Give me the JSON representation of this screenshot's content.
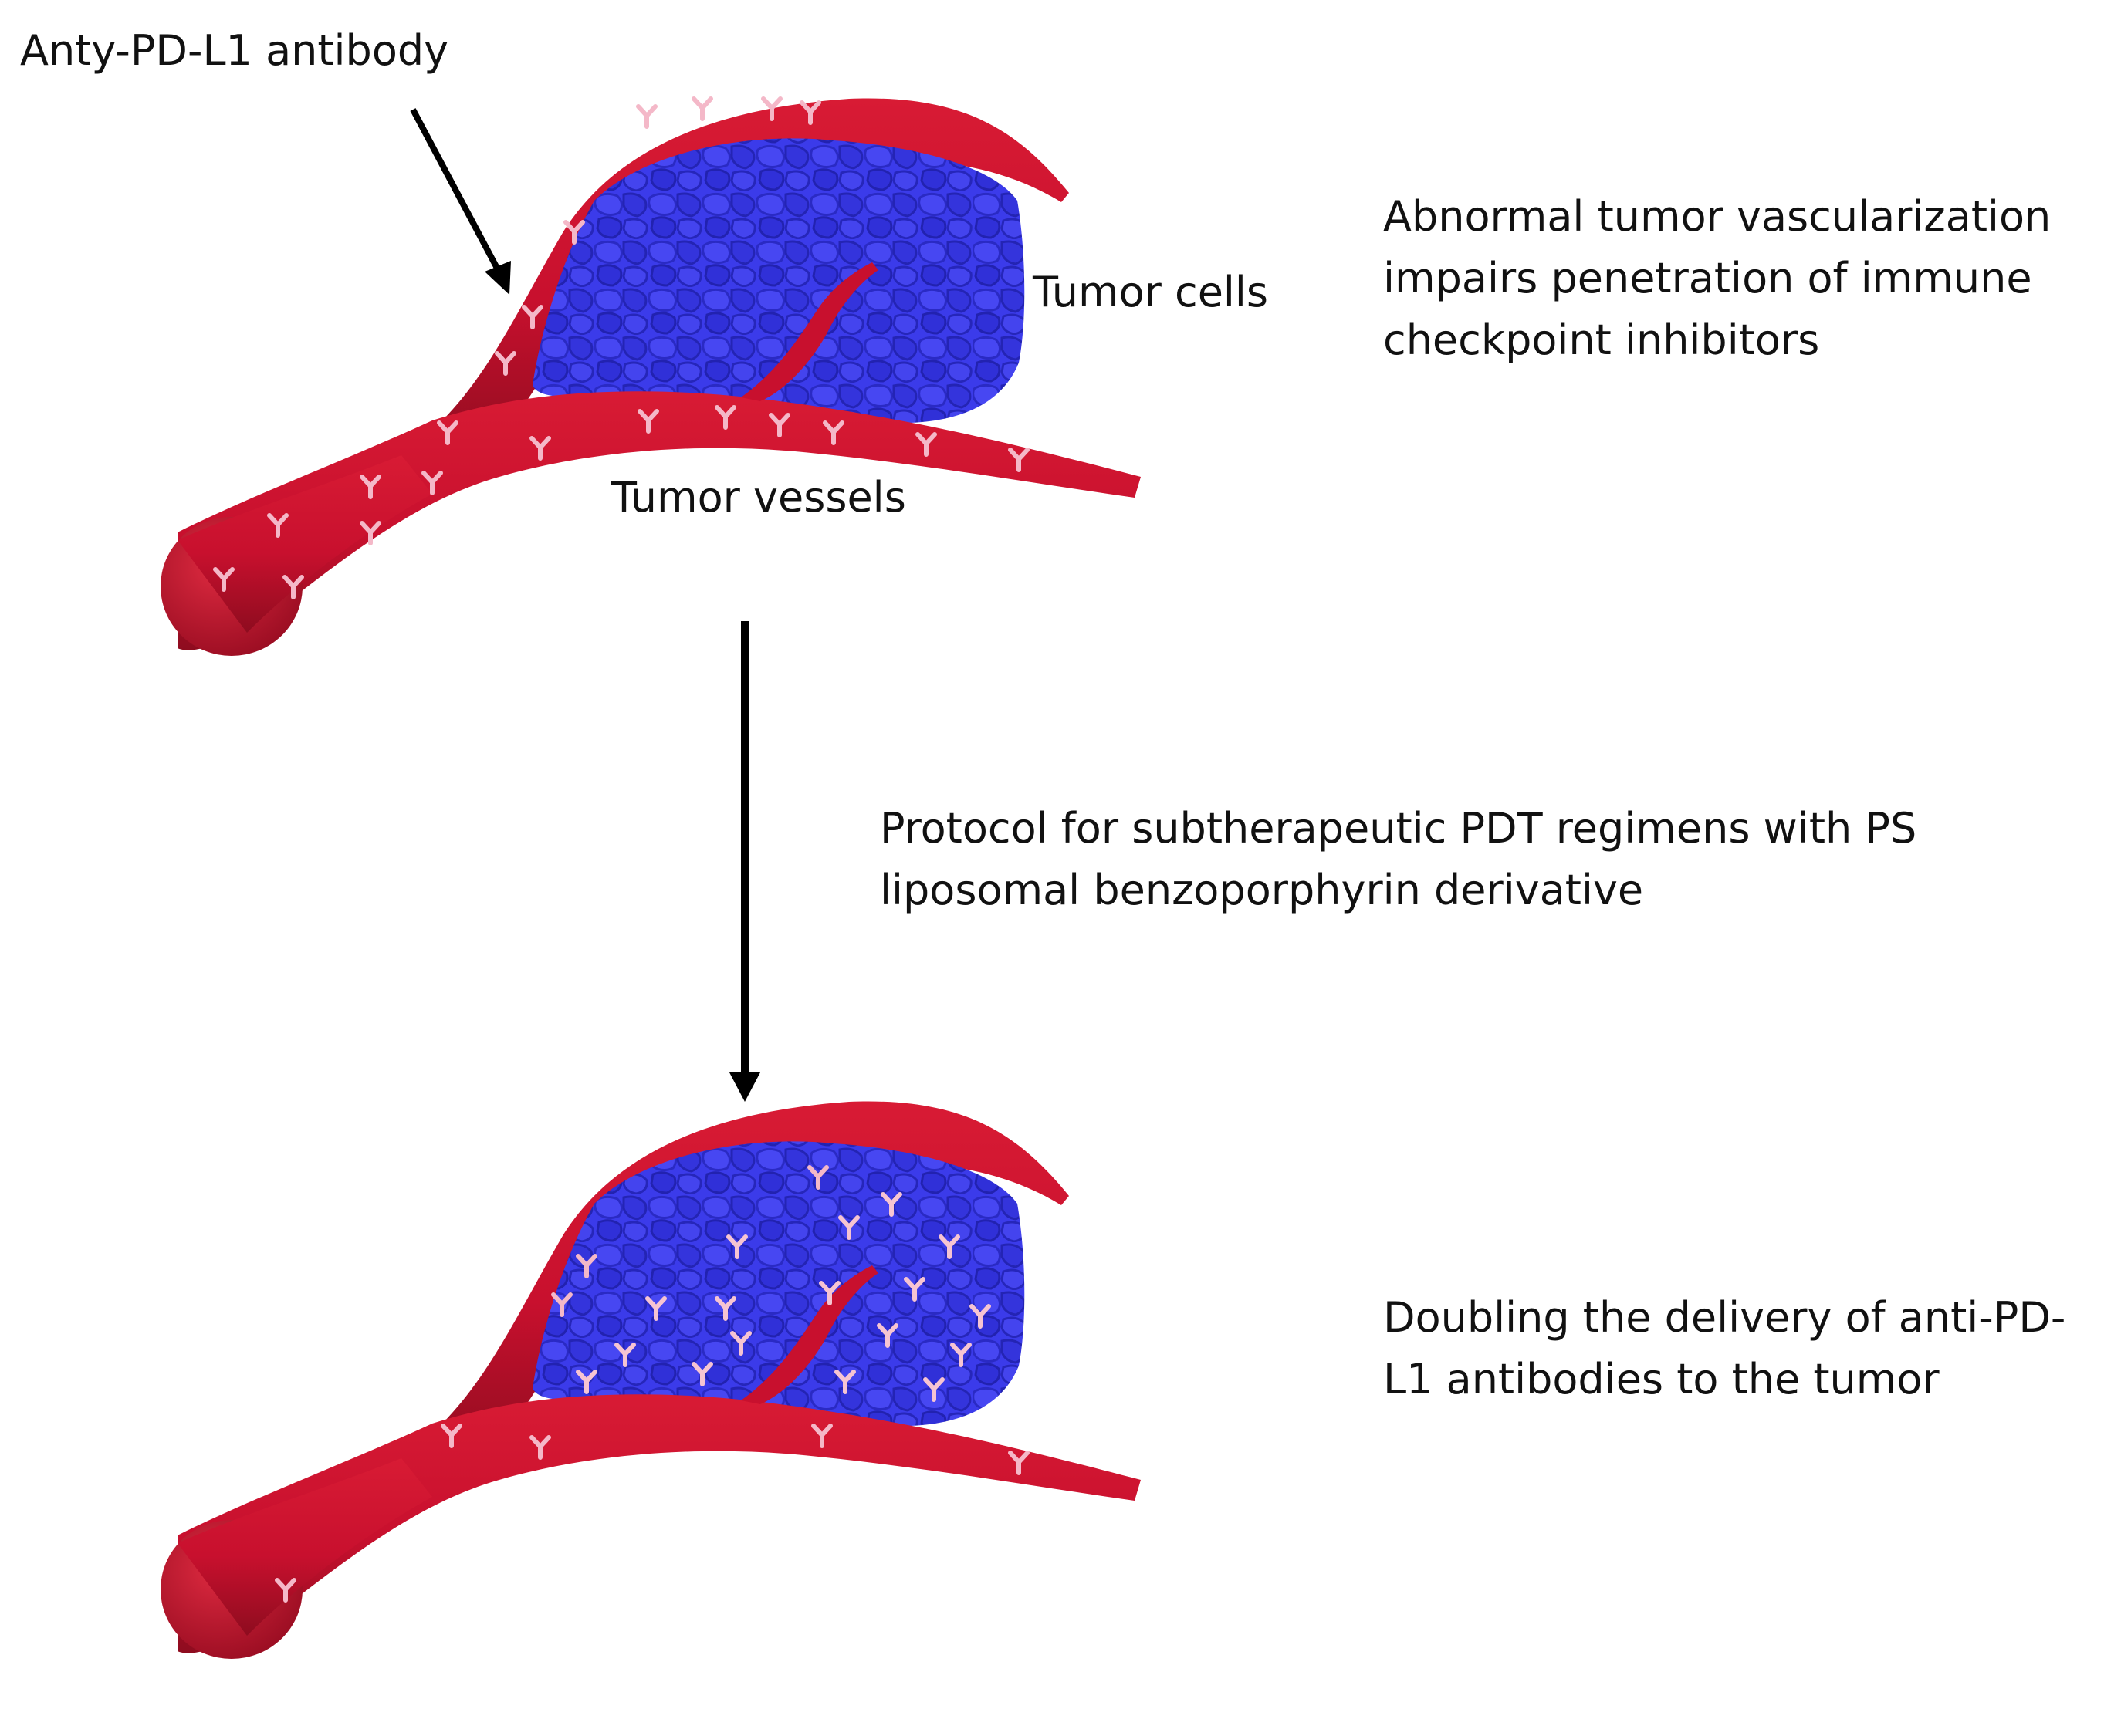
{
  "labels": {
    "antibody": "Anty-PD-L1 antibody",
    "tumor_cells": "Tumor cells",
    "tumor_vessels": "Tumor vessels",
    "abnormal": [
      "Abnormal tumor vascularization",
      "impairs penetration of immune",
      "checkpoint inhibitors"
    ],
    "protocol": [
      "Protocol for subtherapeutic PDT regimens with PS",
      "liposomal benzoporphyrin derivative"
    ],
    "doubling": [
      "Doubling the delivery of anti-PD-",
      "L1 antibodies to the tumor"
    ]
  },
  "colors": {
    "vessel": "#c8102e",
    "vessel_dark": "#8e0c1f",
    "tumor": "#3a3ae8",
    "tumor_dark": "#2323b8",
    "antibody": "#f4b8c8",
    "arrow": "#000000"
  }
}
